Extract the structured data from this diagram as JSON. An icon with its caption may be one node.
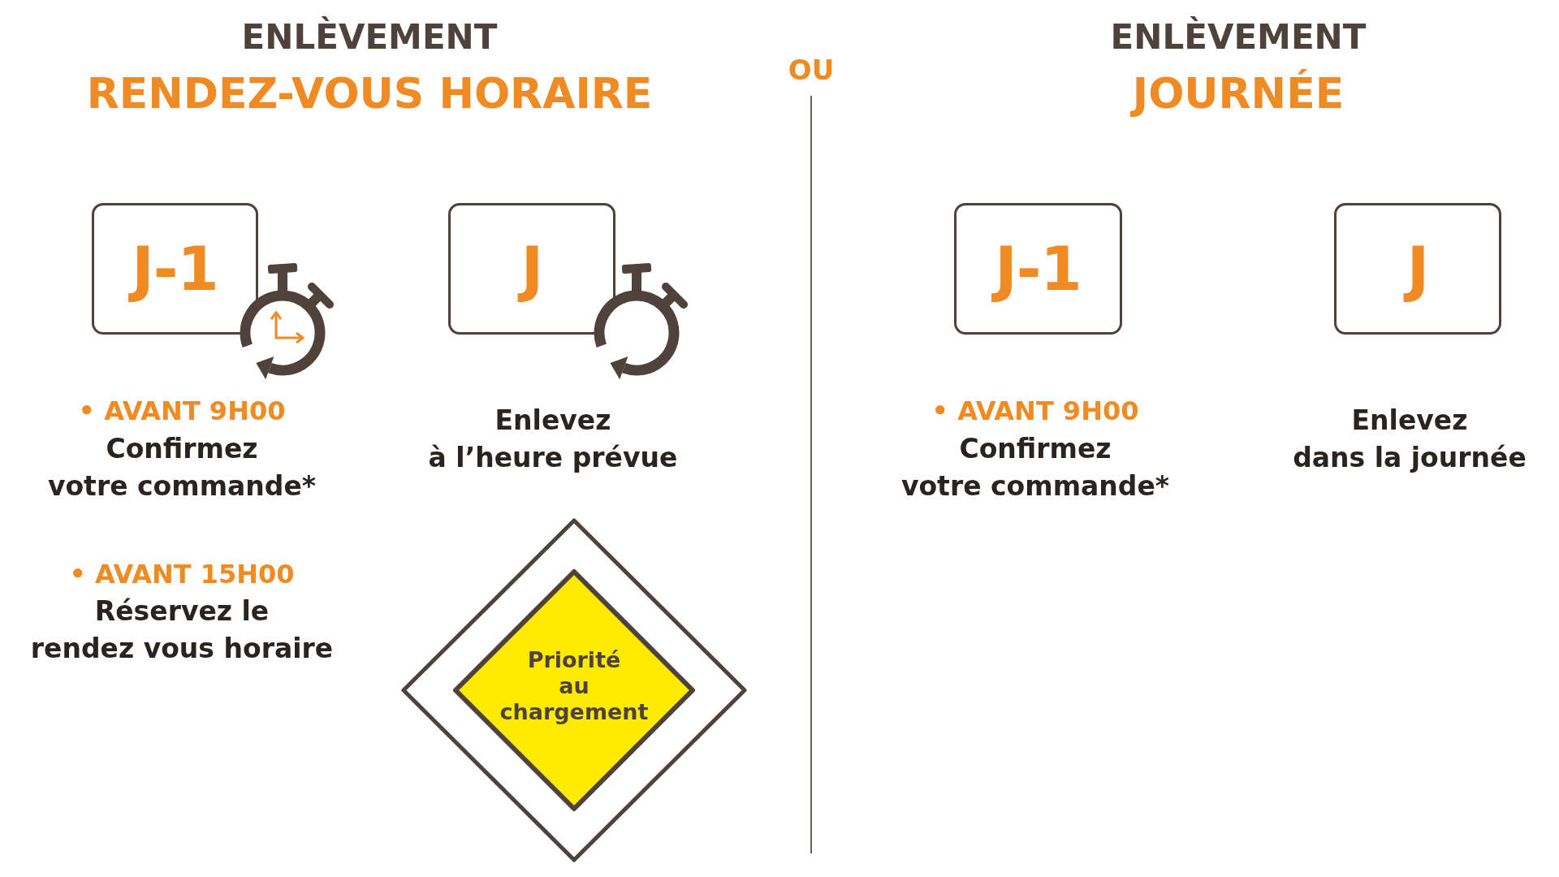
{
  "diagram": {
    "nodes": [
      {
        "text": [
          "J-1"
        ],
        "beside": [
          "• AVANT 9H00",
          "Confirmez votre commande*",
          "• AVANT 15H00",
          "Réservez le rendez vous horaire"
        ]
      },
      {
        "text": [
          "J"
        ],
        "beside": [
          "Enlevez à l’heure prévue"
        ]
      },
      {
        "text": [
          "Priorité au chargement"
        ]
      },
      {
        "text": [
          "J-1"
        ],
        "beside": [
          "• AVANT 9H00",
          "Confirmez votre commande*"
        ]
      },
      {
        "text": [
          "J"
        ],
        "beside": [
          "Enlevez dans la journée"
        ]
      }
    ],
    "labels": [
      "ENLÈVEMENT",
      "RENDEZ-VOUS HORAIRE",
      "OU",
      "ENLÈVEMENT",
      "JOURNÉE"
    ]
  }
}
